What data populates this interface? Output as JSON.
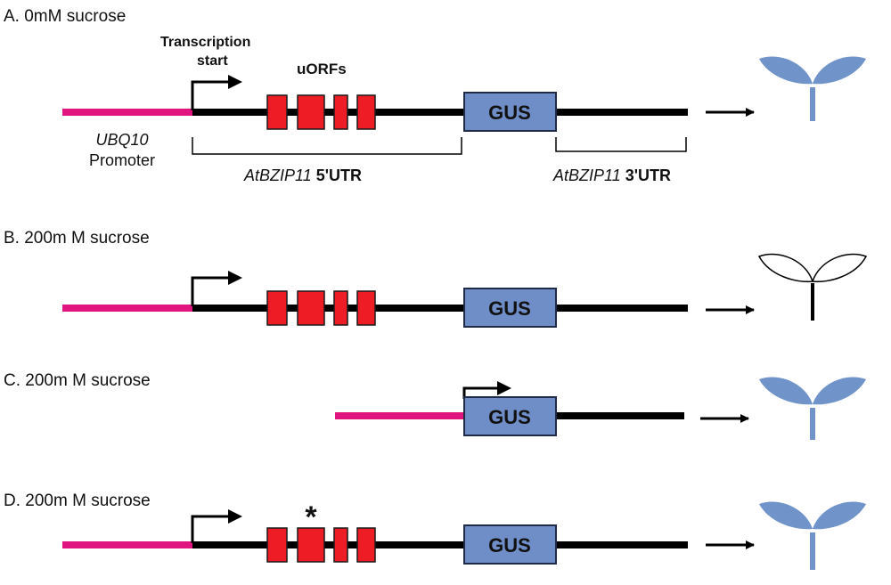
{
  "colors": {
    "promoter": "#e0157f",
    "dna": "#000000",
    "uorf": "#ee1c24",
    "gus_fill": "#6f8dc6",
    "gus_stroke": "#1f2a44",
    "seedling": "#7093c9"
  },
  "panels": {
    "a": {
      "label": "A. 0mM sucrose",
      "gus": "GUS",
      "seedling_state": "filled"
    },
    "b": {
      "label": "B. 200m M sucrose",
      "gus": "GUS",
      "seedling_state": "outline"
    },
    "c": {
      "label": "C. 200m M sucrose",
      "gus": "GUS",
      "seedling_state": "filled"
    },
    "d": {
      "label": "D. 200m M sucrose",
      "gus": "GUS",
      "seedling_state": "filled",
      "mutation_mark": "*"
    }
  },
  "annotations": {
    "transcription_start_line1": "Transcription",
    "transcription_start_line2": "start",
    "uorfs": "uORFs",
    "promoter_name": "UBQ10",
    "promoter_word": "Promoter",
    "utr5_gene": "AtBZIP11",
    "utr5_suffix": " 5'UTR",
    "utr3_gene": "AtBZIP11",
    "utr3_suffix": " 3'UTR"
  }
}
